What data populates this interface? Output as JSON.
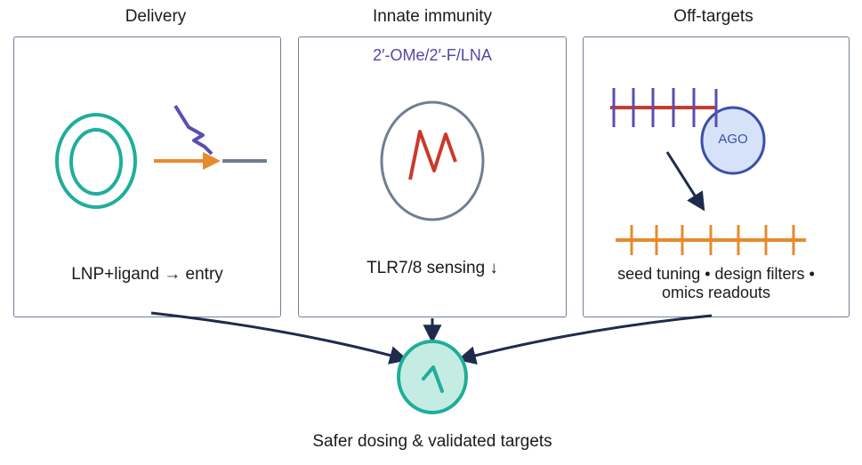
{
  "columns": {
    "delivery": {
      "title": "Delivery",
      "caption": "LNP+ligand → entry"
    },
    "innate": {
      "title": "Innate immunity",
      "modification_label": "2′-OMe/2′-F/LNA",
      "caption": "TLR7/8 sensing ↓"
    },
    "offtargets": {
      "title": "Off-targets",
      "ago_label": "AGO",
      "caption_line1": "seed tuning • design filters •",
      "caption_line2": "omics readouts"
    }
  },
  "outcome": {
    "caption": "Safer dosing & validated targets"
  },
  "colors": {
    "teal": "#1fae9a",
    "teal_fill": "#c4ece2",
    "orange": "#e68a2e",
    "purple": "#5a4fb0",
    "red": "#c93a2b",
    "slate": "#6f7f93",
    "navy": "#1f2b4d",
    "ago_fill": "#d6e2f7",
    "ago_stroke": "#3b4fa8"
  }
}
